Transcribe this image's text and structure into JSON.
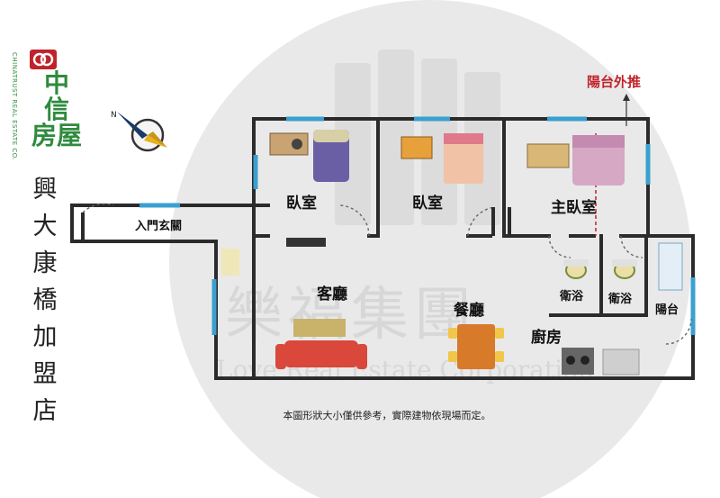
{
  "brand": {
    "name_line1": "中",
    "name_line2": "信",
    "name_line3": "房屋",
    "latin": "CHINATRUST REAL ESTATE CO.",
    "green": "#2e8b3e",
    "red": "#c0232b"
  },
  "store": {
    "chars": [
      "興",
      "大",
      "康",
      "橋",
      "加",
      "盟",
      "店"
    ]
  },
  "compass": {
    "icon": "compass-icon",
    "north_label": "N"
  },
  "rooms": {
    "bedroom_1": "臥室",
    "bedroom_2": "臥室",
    "master_bedroom": "主臥室",
    "entrance": "入門玄關",
    "living_room": "客廳",
    "dining_room": "餐廳",
    "kitchen": "廚房",
    "bathroom_1": "衛浴",
    "bathroom_2": "衛浴",
    "balcony": "陽台"
  },
  "annotation": {
    "balcony_extension": "陽台外推"
  },
  "watermark": {
    "cn": "樂福集團",
    "en": "Love Real Estate Corporation"
  },
  "footnote": "本圖形狀大小僅供參考，實際建物依現場而定。",
  "colors": {
    "wall": "#2b2b2b",
    "window": "#3aa0d0",
    "floor": "#ffffff",
    "watermark": "#9a9a9a"
  }
}
